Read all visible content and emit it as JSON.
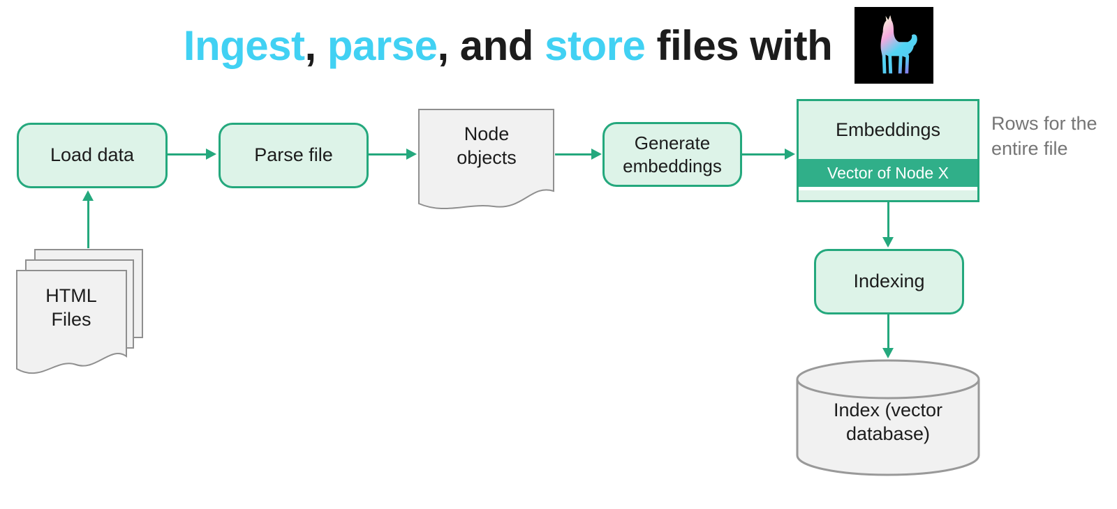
{
  "title": {
    "segments": [
      {
        "text": "Ingest",
        "color": "cyan"
      },
      {
        "text": ", ",
        "color": "dark"
      },
      {
        "text": "parse",
        "color": "cyan"
      },
      {
        "text": ", ",
        "color": "dark"
      },
      {
        "text": "and ",
        "color": "dark"
      },
      {
        "text": "store",
        "color": "cyan"
      },
      {
        "text": " files with",
        "color": "dark"
      }
    ]
  },
  "icons": {
    "logo": "llama-silhouette-icon"
  },
  "nodes": {
    "html_files": "HTML Files",
    "load_data": "Load data",
    "parse_file": "Parse file",
    "node_objects": "Node objects",
    "generate_embeddings": "Generate embeddings",
    "embeddings_header": "Embeddings",
    "vector_row": "Vector of Node X",
    "indexing": "Indexing",
    "index_db": "Index (vector database)"
  },
  "annotation": {
    "rows_note": "Rows for the entire file"
  },
  "colors": {
    "green-border": "#24A87D",
    "green-fill": "#DDF3E8",
    "teal": "#30AF89",
    "cyan": "#41D1F3",
    "gray-fill": "#F1F1F1",
    "gray-border": "#8F8F8F",
    "note-gray": "#757575",
    "ink": "#1C1C1C"
  }
}
